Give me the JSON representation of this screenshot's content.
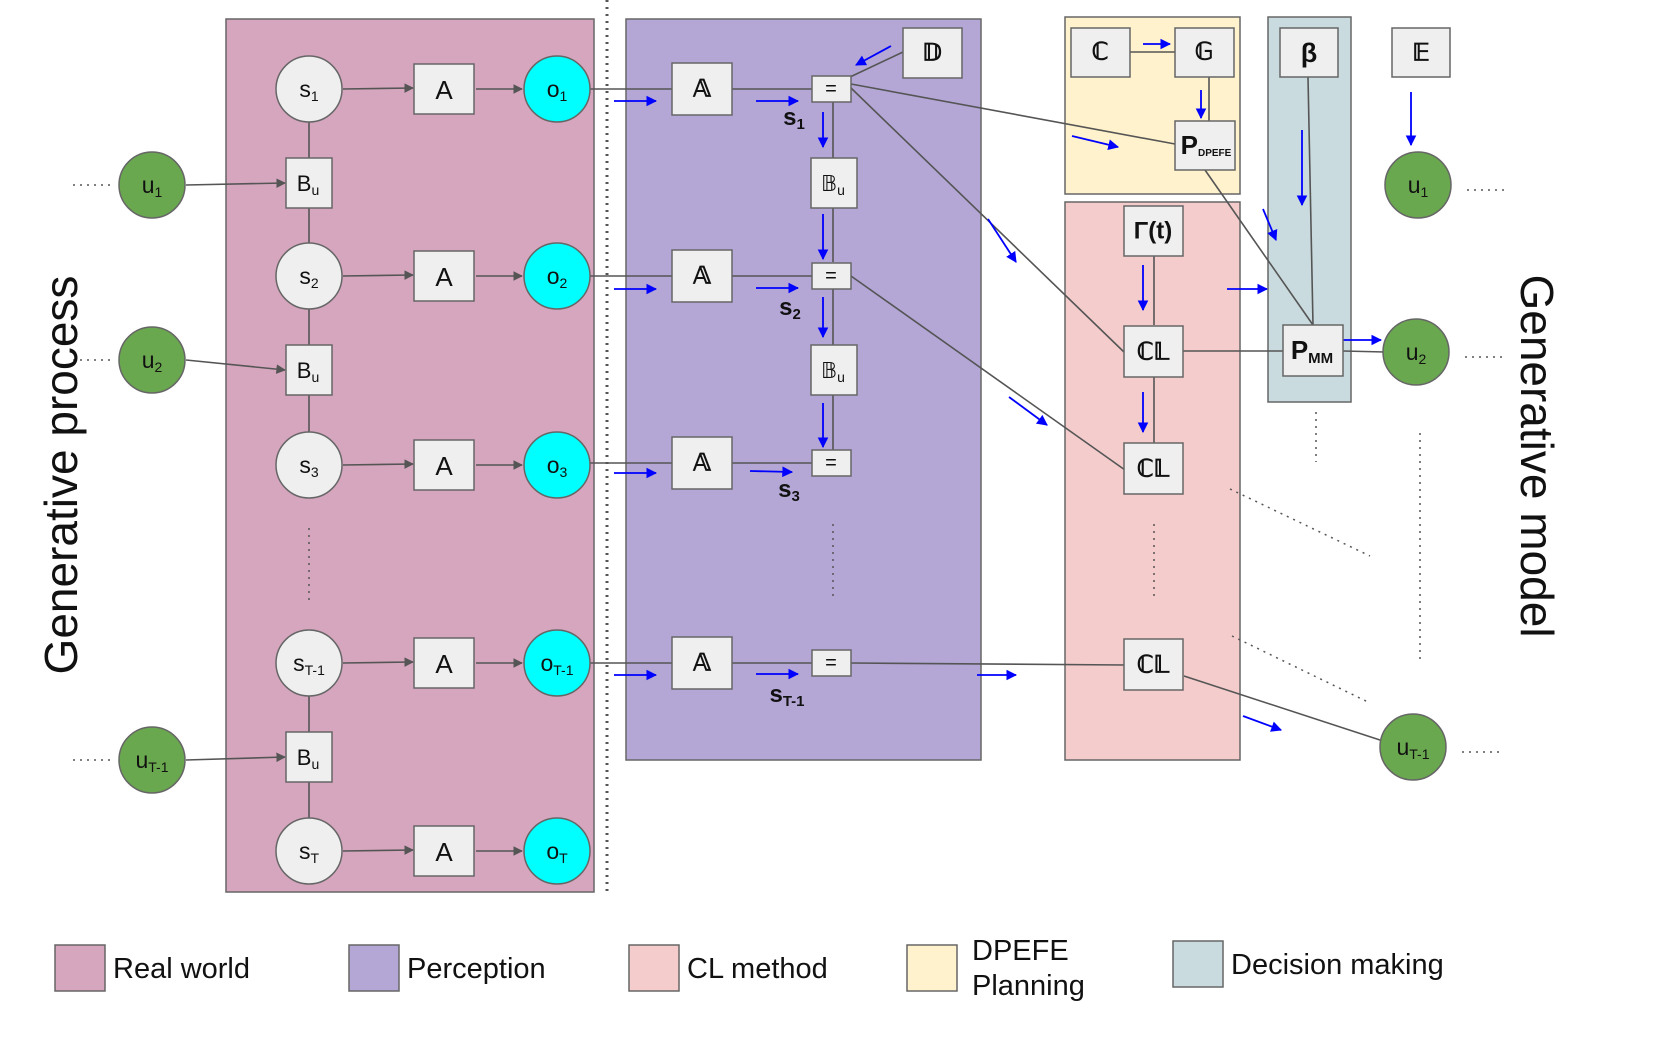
{
  "colors": {
    "real_world": "#d5a6bd",
    "perception": "#b4a7d6",
    "cl_method": "#f4cccc",
    "dpefe": "#fff2cc",
    "decision": "#c9dbde",
    "observation": "#00ffff",
    "action": "#6aa84f",
    "state": "#efefef",
    "box": "#efefef",
    "blue_arrow": "#0000ff",
    "line": "#555555"
  },
  "side_labels": {
    "left": "Generative process",
    "right": "Generative model"
  },
  "regions": [
    {
      "id": "real-world-region",
      "color_key": "real_world"
    },
    {
      "id": "perception-region",
      "color_key": "perception"
    },
    {
      "id": "dpefe-region",
      "color_key": "dpefe"
    },
    {
      "id": "cl-method-region",
      "color_key": "cl_method"
    },
    {
      "id": "decision-region",
      "color_key": "decision"
    }
  ],
  "process": {
    "states": [
      {
        "base": "s",
        "sub": "1"
      },
      {
        "base": "s",
        "sub": "2"
      },
      {
        "base": "s",
        "sub": "3"
      },
      {
        "base": "s",
        "sub": "T-1"
      },
      {
        "base": "s",
        "sub": "T"
      }
    ],
    "observations": [
      {
        "base": "o",
        "sub": "1"
      },
      {
        "base": "o",
        "sub": "2"
      },
      {
        "base": "o",
        "sub": "3"
      },
      {
        "base": "o",
        "sub": "T-1"
      },
      {
        "base": "o",
        "sub": "T"
      }
    ],
    "likelihood_label": "A",
    "transition": {
      "base": "B",
      "sub": "u"
    },
    "actions": [
      {
        "base": "u",
        "sub": "1"
      },
      {
        "base": "u",
        "sub": "2"
      },
      {
        "base": "u",
        "sub": "T-1"
      }
    ]
  },
  "model": {
    "likelihood_label": "𝔸",
    "equals_label": "=",
    "transition": {
      "base": "𝔹",
      "sub": "u"
    },
    "prior_label": "𝔻",
    "state_labels": [
      {
        "base": "s",
        "sub": "1"
      },
      {
        "base": "s",
        "sub": "2"
      },
      {
        "base": "s",
        "sub": "3"
      },
      {
        "base": "s",
        "sub": "T-1"
      }
    ],
    "c_label": "ℂ",
    "g_label": "𝔾",
    "p_dpefe": {
      "base": "P",
      "sub": "DPEFE"
    },
    "gamma_label": "Γ(t)",
    "cl_label": "ℂ𝕃",
    "beta_label": "β",
    "e_label": "𝔼",
    "p_mm": {
      "base": "P",
      "sub": "MM"
    },
    "actions": [
      {
        "base": "u",
        "sub": "1"
      },
      {
        "base": "u",
        "sub": "2"
      },
      {
        "base": "u",
        "sub": "T-1"
      }
    ]
  },
  "legend": [
    {
      "label": "Real world",
      "color_key": "real_world"
    },
    {
      "label": "Perception",
      "color_key": "perception"
    },
    {
      "label": "CL method",
      "color_key": "cl_method"
    },
    {
      "label": "DPEFE\nPlanning",
      "color_key": "dpefe"
    },
    {
      "label": "Decision making",
      "color_key": "decision"
    }
  ]
}
